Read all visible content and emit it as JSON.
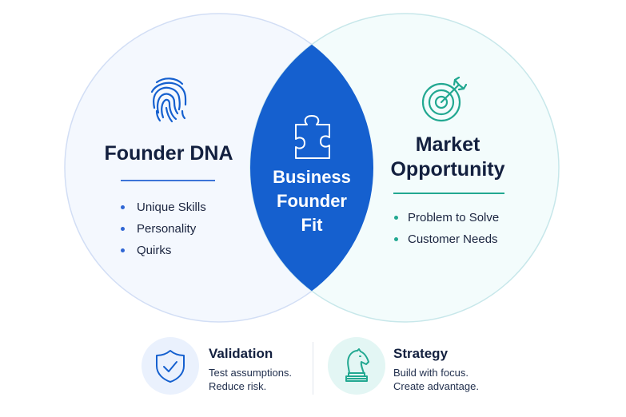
{
  "colors": {
    "blue": "#1560cf",
    "blue_accent": "#2f66d4",
    "teal": "#22a891",
    "left_circle_fill": "#f4f8fe",
    "left_circle_stroke": "#d2def5",
    "right_circle_fill": "#f3fcfc",
    "right_circle_stroke": "#c7e7ea",
    "navy_text": "#13203f"
  },
  "left": {
    "icon": "fingerprint-icon",
    "title": "Founder DNA",
    "items": [
      "Unique Skills",
      "Personality",
      "Quirks"
    ]
  },
  "center": {
    "icon": "puzzle-piece-icon",
    "lines": [
      "Business",
      "Founder",
      "Fit"
    ]
  },
  "right": {
    "icon": "target-arrow-icon",
    "title_lines": [
      "Market",
      "Opportunity"
    ],
    "items": [
      "Problem to Solve",
      "Customer Needs"
    ]
  },
  "features": [
    {
      "icon": "shield-check-icon",
      "title": "Validation",
      "lines": [
        "Test assumptions.",
        "Reduce risk."
      ]
    },
    {
      "icon": "chess-knight-icon",
      "title": "Strategy",
      "lines": [
        "Build with focus.",
        "Create advantage."
      ]
    }
  ]
}
